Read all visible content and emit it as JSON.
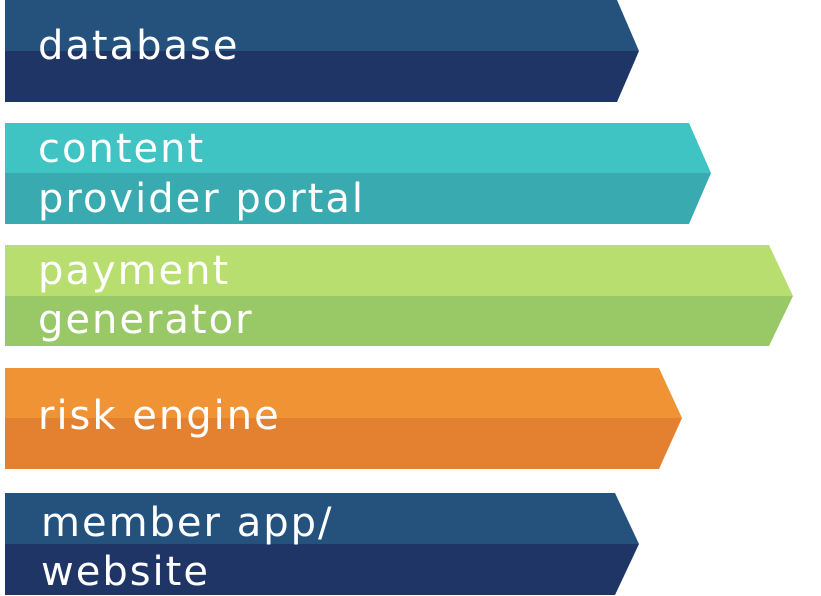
{
  "diagram": {
    "bands": [
      {
        "lines": [
          "database"
        ],
        "top_color": "#24527d",
        "bottom_color": "#1f3566"
      },
      {
        "lines": [
          "content",
          "provider portal"
        ],
        "top_color": "#3fc3c3",
        "bottom_color": "#38aab0"
      },
      {
        "lines": [
          "payment",
          "generator"
        ],
        "top_color": "#b8de70",
        "bottom_color": "#99c967"
      },
      {
        "lines": [
          "risk engine"
        ],
        "top_color": "#ef9335",
        "bottom_color": "#e48131"
      },
      {
        "lines": [
          "member app/",
          "website"
        ],
        "top_color": "#24527d",
        "bottom_color": "#1f3566"
      }
    ]
  }
}
